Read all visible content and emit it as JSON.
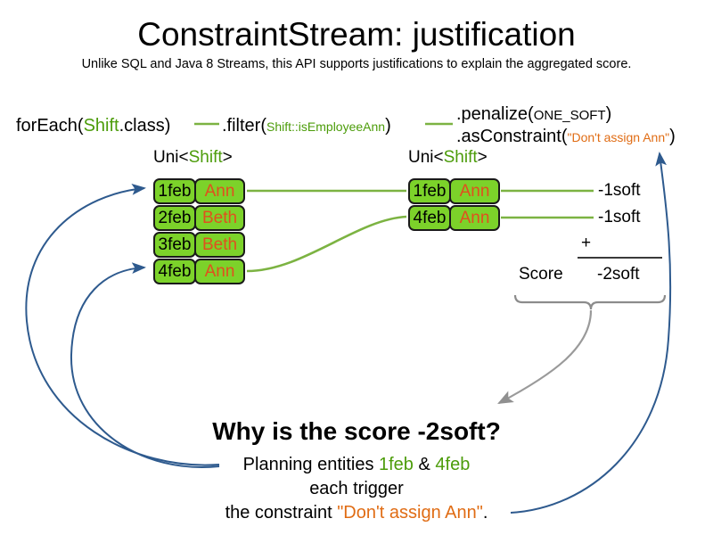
{
  "header": {
    "title": "ConstraintStream: justification",
    "subtitle": "Unlike SQL and Java 8 Streams, this API supports justifications to explain the aggregated score."
  },
  "pipeline": {
    "for_each": {
      "prefix": "forEach(",
      "type": "Shift",
      "suffix": ".class)"
    },
    "filter": {
      "prefix": ".filter(",
      "arg": "Shift::isEmployeeAnn",
      "suffix": ")"
    },
    "penalize": {
      "prefix": ".penalize(",
      "arg": "ONE_SOFT",
      "suffix": ")"
    },
    "as_constraint": {
      "prefix": ".asConstraint(",
      "arg": "\"Don't assign Ann\"",
      "suffix": ")"
    }
  },
  "streams": {
    "left": {
      "type_label_prefix": "Uni<",
      "type_label_generic": "Shift",
      "type_label_suffix": ">",
      "cards": [
        {
          "date": "1feb",
          "name": "Ann"
        },
        {
          "date": "2feb",
          "name": "Beth"
        },
        {
          "date": "3feb",
          "name": "Beth"
        },
        {
          "date": "4feb",
          "name": "Ann"
        }
      ]
    },
    "right": {
      "type_label_prefix": "Uni<",
      "type_label_generic": "Shift",
      "type_label_suffix": ">",
      "cards": [
        {
          "date": "1feb",
          "name": "Ann",
          "impact": "-1soft"
        },
        {
          "date": "4feb",
          "name": "Ann",
          "impact": "-1soft"
        }
      ]
    }
  },
  "score_summary": {
    "impact_1": "-1soft",
    "impact_2": "-1soft",
    "operator": "+",
    "label": "Score",
    "total": "-2soft"
  },
  "explanation": {
    "heading": "Why is the score -2soft?",
    "line1_prefix": "Planning entities ",
    "line1_entity_a": "1feb",
    "line1_conjunction": " & ",
    "line1_entity_b": "4feb",
    "line2": "each trigger",
    "line3_prefix": "the constraint ",
    "line3_constraint": "\"Don't assign Ann\"",
    "line3_suffix": "."
  },
  "colors": {
    "card_fill": "#7CD22A",
    "card_border": "#1a1a1a",
    "entity_green": "#4C9C0A",
    "name_orange": "#E0501E",
    "constraint_orange": "#E06C14",
    "flow_line_green": "#7CB342",
    "justification_blue": "#2E5A8E",
    "brace_gray": "#8C8C8C"
  }
}
